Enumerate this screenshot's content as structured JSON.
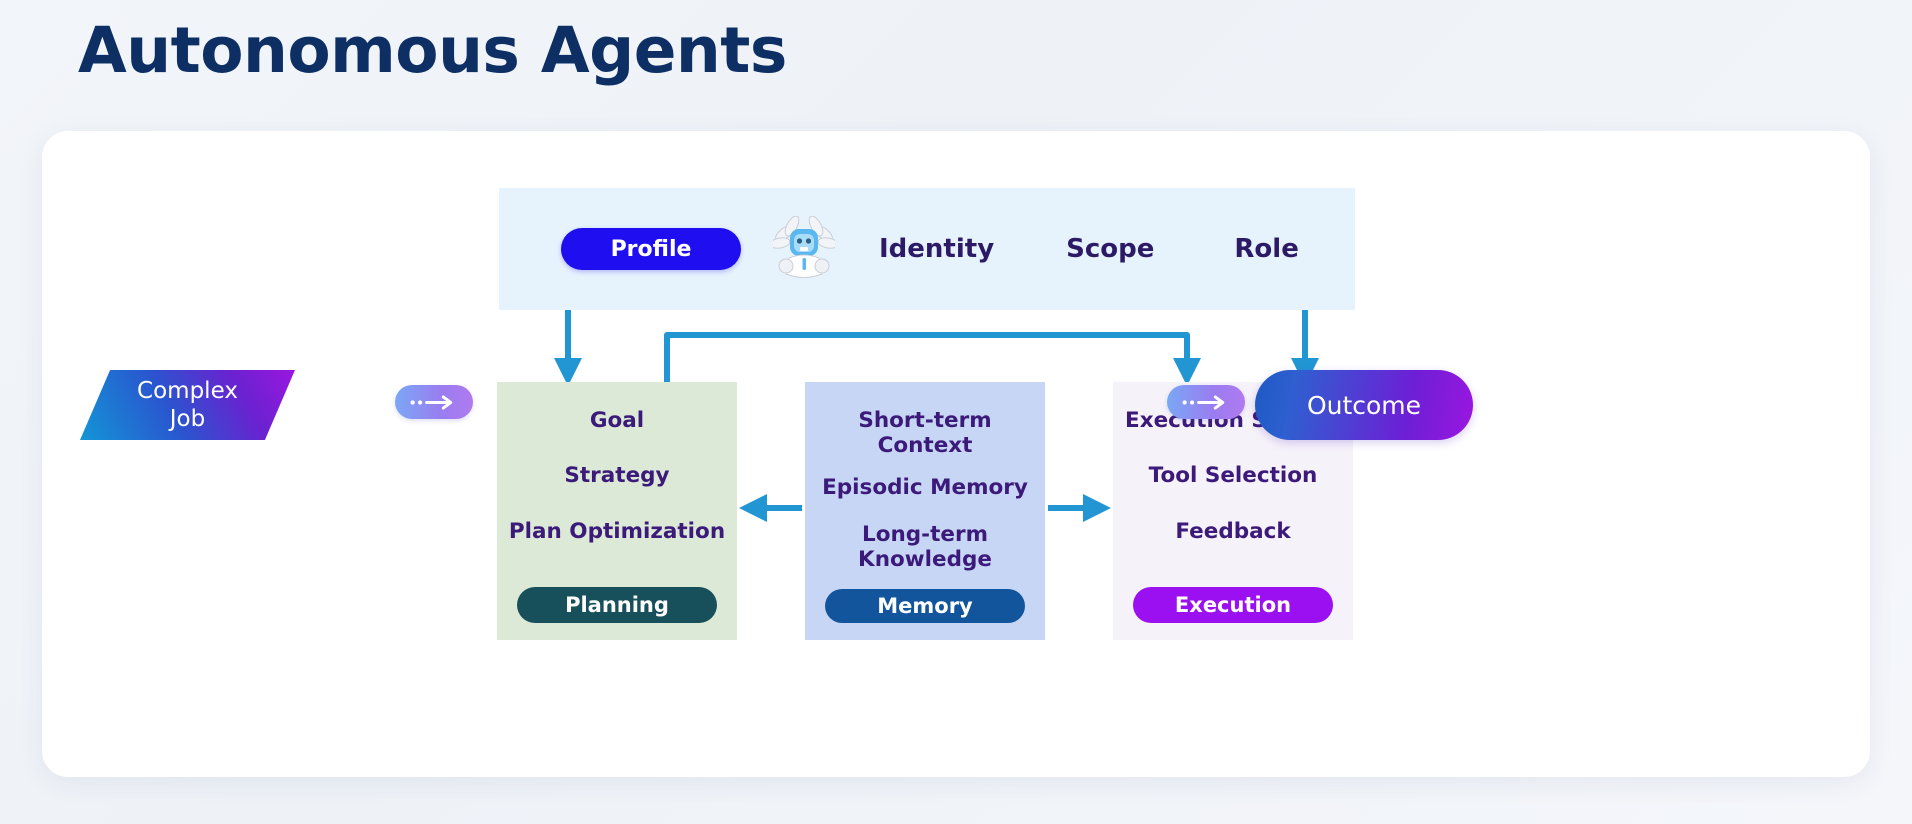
{
  "page": {
    "title": "Autonomous Agents",
    "background_color": "#f2f5f9",
    "card_color": "#ffffff"
  },
  "profile_bar": {
    "background_color": "#e6f2fc",
    "pill": {
      "label": "Profile",
      "color": "#1f0ff0",
      "text_color": "#ffffff"
    },
    "icon": "robot-mascot-icon",
    "labels": [
      {
        "text": "Identity"
      },
      {
        "text": "Scope"
      },
      {
        "text": "Role"
      }
    ],
    "label_color": "#2c1a66"
  },
  "input_node": {
    "label": "Complex\nJob",
    "gradient_from": "#1396d6",
    "gradient_to": "#9b16e0",
    "shape": "parallelogram"
  },
  "output_node": {
    "label": "Outcome",
    "gradient_from": "#1d59c4",
    "gradient_to": "#9b16e0",
    "shape": "pill"
  },
  "flow_arrows": [
    {
      "name": "input-arrow",
      "glyph": "dotted-arrow-right"
    },
    {
      "name": "output-arrow",
      "glyph": "dotted-arrow-right"
    }
  ],
  "columns": [
    {
      "key": "planning",
      "background_color": "#dbe9d6",
      "items": [
        "Goal",
        "Strategy",
        "Plan Optimization"
      ],
      "pill": {
        "label": "Planning",
        "color": "#17505a"
      }
    },
    {
      "key": "memory",
      "background_color": "#c7d6f5",
      "items": [
        "Short-term\nContext",
        "Episodic Memory",
        "Long-term\nKnowledge"
      ],
      "pill": {
        "label": "Memory",
        "color": "#12559d"
      }
    },
    {
      "key": "execution",
      "background_color": "#f6f2f9",
      "items": [
        "Execution System",
        "Tool Selection",
        "Feedback"
      ],
      "pill": {
        "label": "Execution",
        "color": "#9b10f0"
      }
    }
  ],
  "connectors": {
    "color": "#2196d3",
    "edges": [
      {
        "from": "profile-bar",
        "to": "planning",
        "direction": "down"
      },
      {
        "from": "profile-bar",
        "to": "execution",
        "direction": "down"
      },
      {
        "from": "planning",
        "to": "execution",
        "direction": "bracket-right"
      },
      {
        "from": "memory",
        "to": "planning",
        "direction": "left"
      },
      {
        "from": "memory",
        "to": "execution",
        "direction": "right"
      }
    ]
  }
}
